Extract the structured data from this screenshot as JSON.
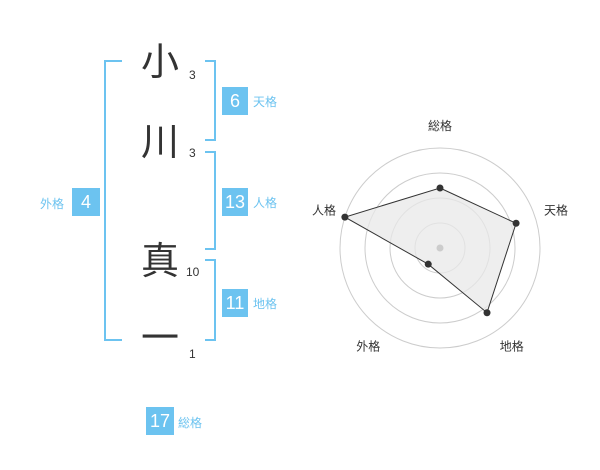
{
  "name_chars": [
    {
      "char": "小",
      "strokes": "3"
    },
    {
      "char": "川",
      "strokes": "3"
    },
    {
      "char": "真",
      "strokes": "10"
    },
    {
      "char": "一",
      "strokes": "1"
    }
  ],
  "kakusu": {
    "tenkaku": {
      "value": "6",
      "label": "天格"
    },
    "jinkaku": {
      "value": "13",
      "label": "人格"
    },
    "chikaku": {
      "value": "11",
      "label": "地格"
    },
    "gaikaku": {
      "value": "4",
      "label": "外格"
    },
    "soukaku": {
      "value": "17",
      "label": "総格"
    }
  },
  "colors": {
    "accent": "#6cc3f0",
    "text": "#333333",
    "grid": "#cccccc",
    "fill": "#e8e8e8"
  },
  "chart_data": {
    "type": "radar",
    "categories": [
      "総格",
      "天格",
      "地格",
      "外格",
      "人格"
    ],
    "values": [
      3,
      4,
      4,
      1,
      5
    ],
    "rmax": 5,
    "rings": 4,
    "grid": true
  }
}
